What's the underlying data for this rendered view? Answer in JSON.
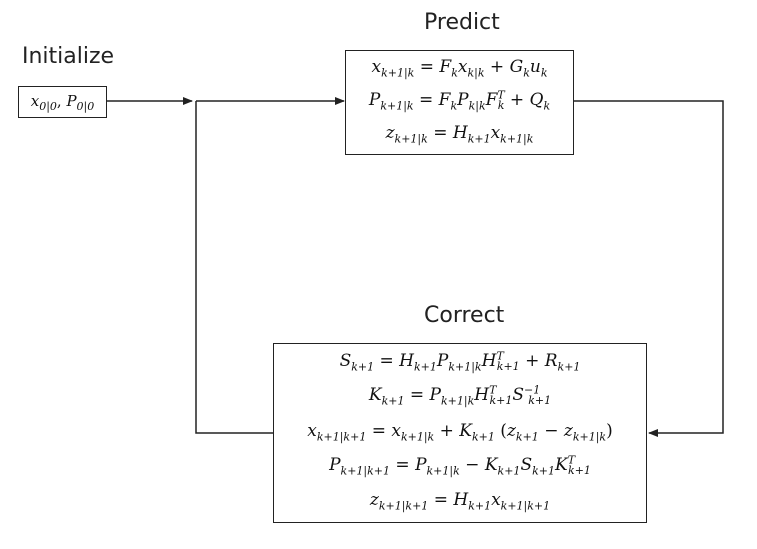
{
  "titles": {
    "initialize": "Initialize",
    "predict": "Predict",
    "correct": "Correct"
  },
  "initialize": {
    "x": "x",
    "x_sub": "0|0",
    "sep": ", ",
    "p": "P",
    "p_sub": "0|0"
  },
  "predict": {
    "eq1": {
      "lhs": "x",
      "lhs_sub": "k+1|k",
      "eq": " = ",
      "a": "F",
      "a_sub": "k",
      "b": "x",
      "b_sub": "k|k",
      "plus": " + ",
      "c": "G",
      "c_sub": "k",
      "d": "u",
      "d_sub": "k"
    },
    "eq2": {
      "lhs": "P",
      "lhs_sub": "k+1|k",
      "eq": " = ",
      "a": "F",
      "a_sub": "k",
      "b": "P",
      "b_sub": "k|k",
      "c": "F",
      "c_sub": "k",
      "c_sup": "T",
      "plus": " + ",
      "d": "Q",
      "d_sub": "k"
    },
    "eq3": {
      "lhs": "z",
      "lhs_sub": "k+1|k",
      "eq": " = ",
      "a": "H",
      "a_sub": "k+1",
      "b": "x",
      "b_sub": "k+1|k"
    }
  },
  "correct": {
    "eq1": {
      "lhs": "S",
      "lhs_sub": "k+1",
      "eq": " = ",
      "a": "H",
      "a_sub": "k+1",
      "b": "P",
      "b_sub": "k+1|k",
      "c": "H",
      "c_sub": "k+1",
      "c_sup": "T",
      "plus": " + ",
      "d": "R",
      "d_sub": "k+1"
    },
    "eq2": {
      "lhs": "K",
      "lhs_sub": "k+1",
      "eq": " = ",
      "a": "P",
      "a_sub": "k+1|k",
      "b": "H",
      "b_sub": "k+1",
      "b_sup": "T",
      "c": "S",
      "c_sub": "k+1",
      "c_sup": "−1"
    },
    "eq3": {
      "lhs": "x",
      "lhs_sub": "k+1|k+1",
      "eq": " = ",
      "a": "x",
      "a_sub": "k+1|k",
      "plus": " + ",
      "b": "K",
      "b_sub": "k+1",
      "open": " (",
      "c": "z",
      "c_sub": "k+1",
      "minus": " − ",
      "d": "z",
      "d_sub": "k+1|k",
      "close": ")"
    },
    "eq4": {
      "lhs": "P",
      "lhs_sub": "k+1|k+1",
      "eq": " = ",
      "a": "P",
      "a_sub": "k+1|k",
      "minus": " − ",
      "b": "K",
      "b_sub": "k+1",
      "c": "S",
      "c_sub": "k+1",
      "d": "K",
      "d_sub": "k+1",
      "d_sup": "T"
    },
    "eq5": {
      "lhs": "z",
      "lhs_sub": "k+1|k+1",
      "eq": " = ",
      "a": "H",
      "a_sub": "k+1",
      "b": "x",
      "b_sub": "k+1|k+1"
    }
  },
  "colors": {
    "line": "#222222",
    "text": "#111111"
  }
}
